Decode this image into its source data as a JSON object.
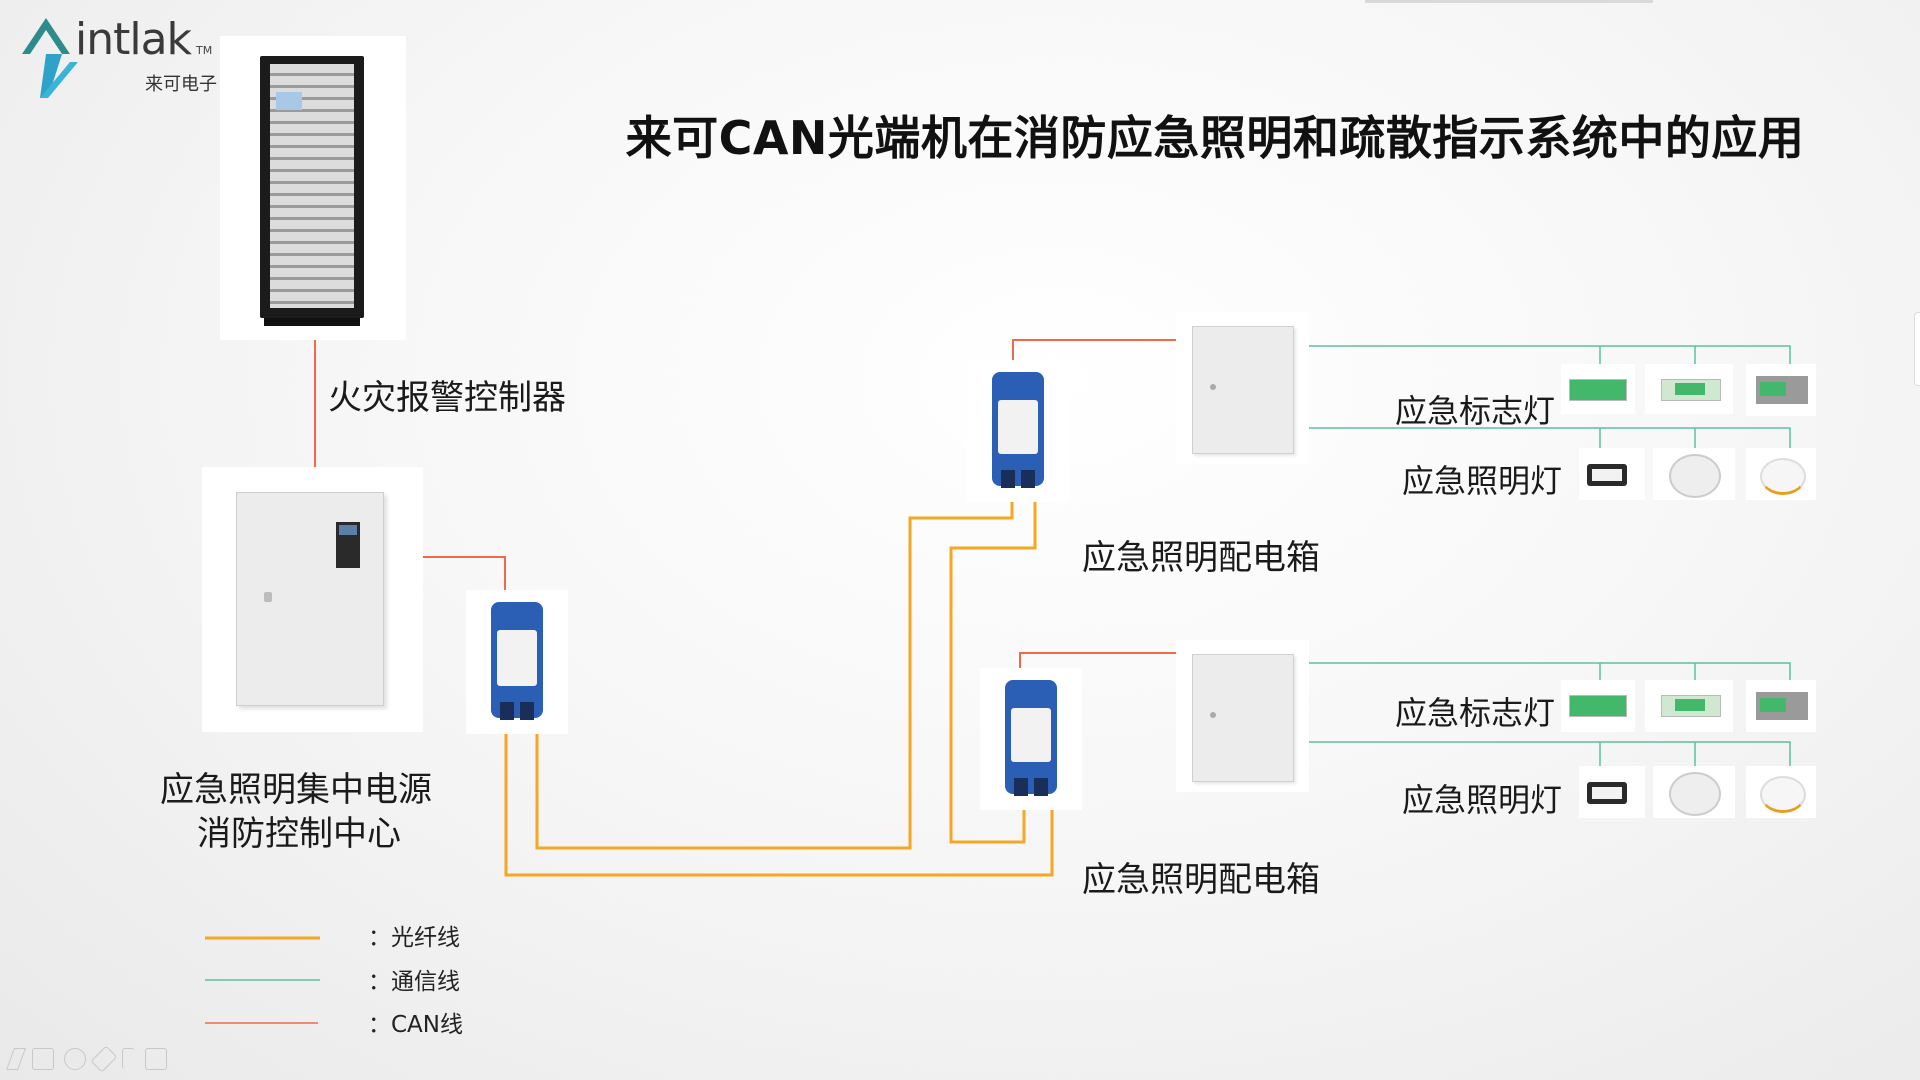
{
  "logo": {
    "name": "intlak",
    "tm": "TM",
    "sub": "来可电子"
  },
  "title": "来可CAN光端机在消防应急照明和疏散指示系统中的应用",
  "labels": {
    "fire_controller": "火灾报警控制器",
    "power_center_line1": "应急照明集中电源",
    "power_center_line2": "消防控制中心",
    "dist_box_1": "应急照明配电箱",
    "dist_box_2": "应急照明配电箱",
    "sign_lamp_1": "应急标志灯",
    "light_lamp_1": "应急照明灯",
    "sign_lamp_2": "应急标志灯",
    "light_lamp_2": "应急照明灯"
  },
  "legend": [
    {
      "text": "：光纤线",
      "color": "#f5a623"
    },
    {
      "text": "：通信线",
      "color": "#4cb89a"
    },
    {
      "text": "：CAN线",
      "color": "#f07a5a"
    }
  ],
  "colors": {
    "fiber": "#f5a623",
    "comm": "#5cc0a0",
    "can": "#ee6a4a"
  },
  "icons": [
    "pen-icon",
    "frame-icon",
    "eraser-icon",
    "highlighter-icon",
    "pointer-icon",
    "screen-icon"
  ]
}
